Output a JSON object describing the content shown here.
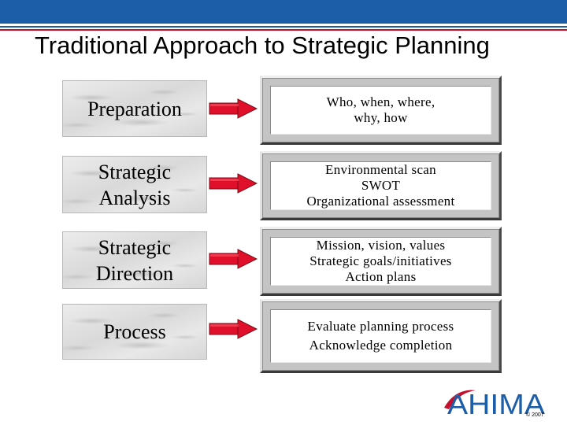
{
  "title": "Traditional Approach to Strategic Planning",
  "colors": {
    "brand_blue": "#1c5ea8",
    "brand_red": "#c6102e",
    "arrow_red": "#e0102a"
  },
  "rows": [
    {
      "stage": "Preparation",
      "details": [
        "Who, when, where,",
        "why, how"
      ]
    },
    {
      "stage": "Strategic\nAnalysis",
      "details": [
        "Environmental scan",
        "SWOT",
        "Organizational assessment"
      ]
    },
    {
      "stage": "Strategic\nDirection",
      "details": [
        "Mission, vision, values",
        "Strategic goals/initiatives",
        "Action plans"
      ]
    },
    {
      "stage": "Process",
      "details": [
        "Evaluate planning process",
        "Acknowledge completion"
      ]
    }
  ],
  "logo": {
    "text": "AHIMA",
    "icon": "swoosh-icon"
  },
  "copyright": "© 2007"
}
